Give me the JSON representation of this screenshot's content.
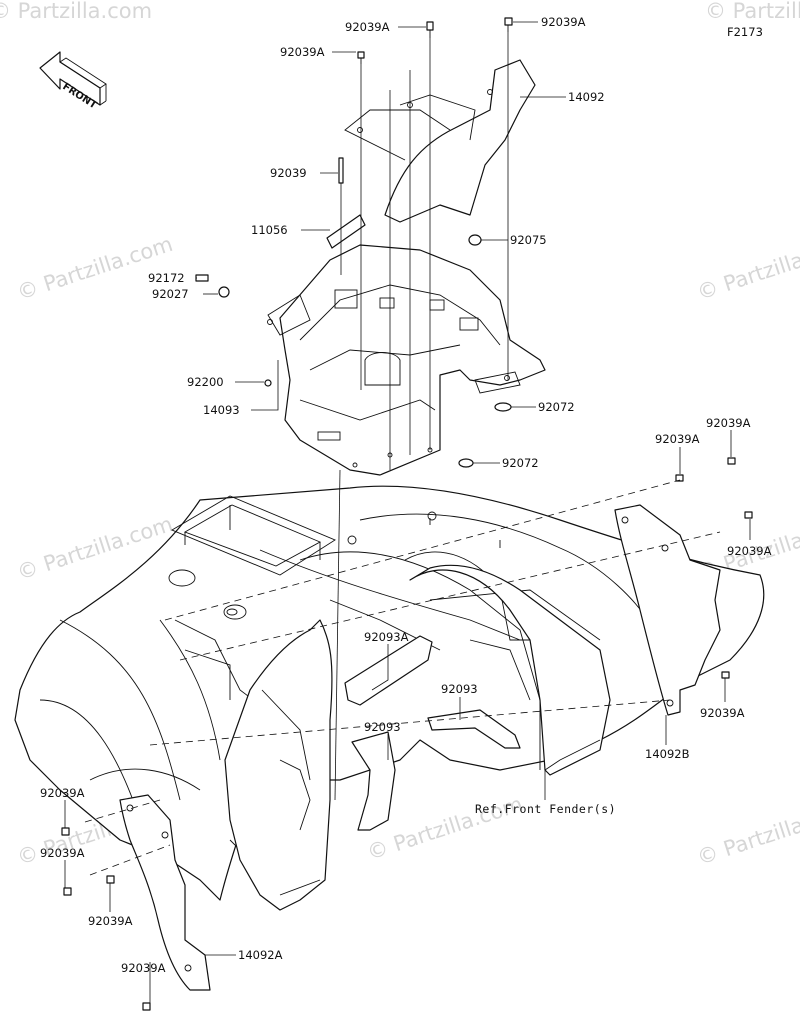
{
  "figure_code": "F2173",
  "front_arrow_label": "FRONT",
  "watermark_text": "© Partzilla.com",
  "reference_note": "Ref.Front Fender(s)",
  "callouts": {
    "c1": "92039A",
    "c2": "92039A",
    "c3": "92039A",
    "c4": "14092",
    "c5": "92039",
    "c6": "11056",
    "c7": "92075",
    "c8": "92172",
    "c9": "92027",
    "c10": "92200",
    "c11": "14093",
    "c12": "92072",
    "c13": "92072",
    "c14": "92039A",
    "c15": "92039A",
    "c16": "92039A",
    "c17": "92039A",
    "c18": "14092B",
    "c19": "92093A",
    "c20": "92093",
    "c21": "92093",
    "c22": "92039A",
    "c23": "92039A",
    "c24": "92039A",
    "c25": "14092A",
    "c26": "92039A"
  },
  "colors": {
    "line": "#111111",
    "watermark": "#d6d6d6",
    "background": "#ffffff"
  }
}
